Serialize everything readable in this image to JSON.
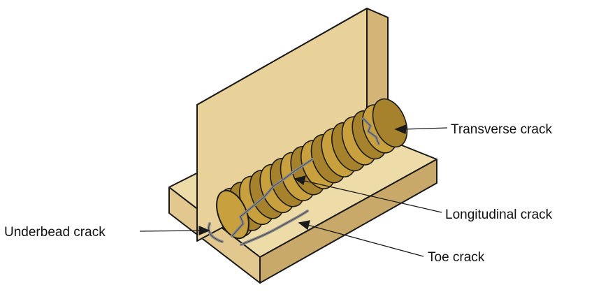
{
  "labels": {
    "transverse": "Transverse crack",
    "longitudinal": "Longitudinal crack",
    "underbead": "Underbead crack",
    "toe": "Toe crack"
  },
  "colors": {
    "plate_front": "#E2C88E",
    "plate_top": "#EDDBA8",
    "plate_side": "#C9A96A",
    "bead": "#C9A03E",
    "bead_dark": "#A7822C",
    "crack": "#8A8A8A",
    "outline": "#1a1a1a"
  }
}
